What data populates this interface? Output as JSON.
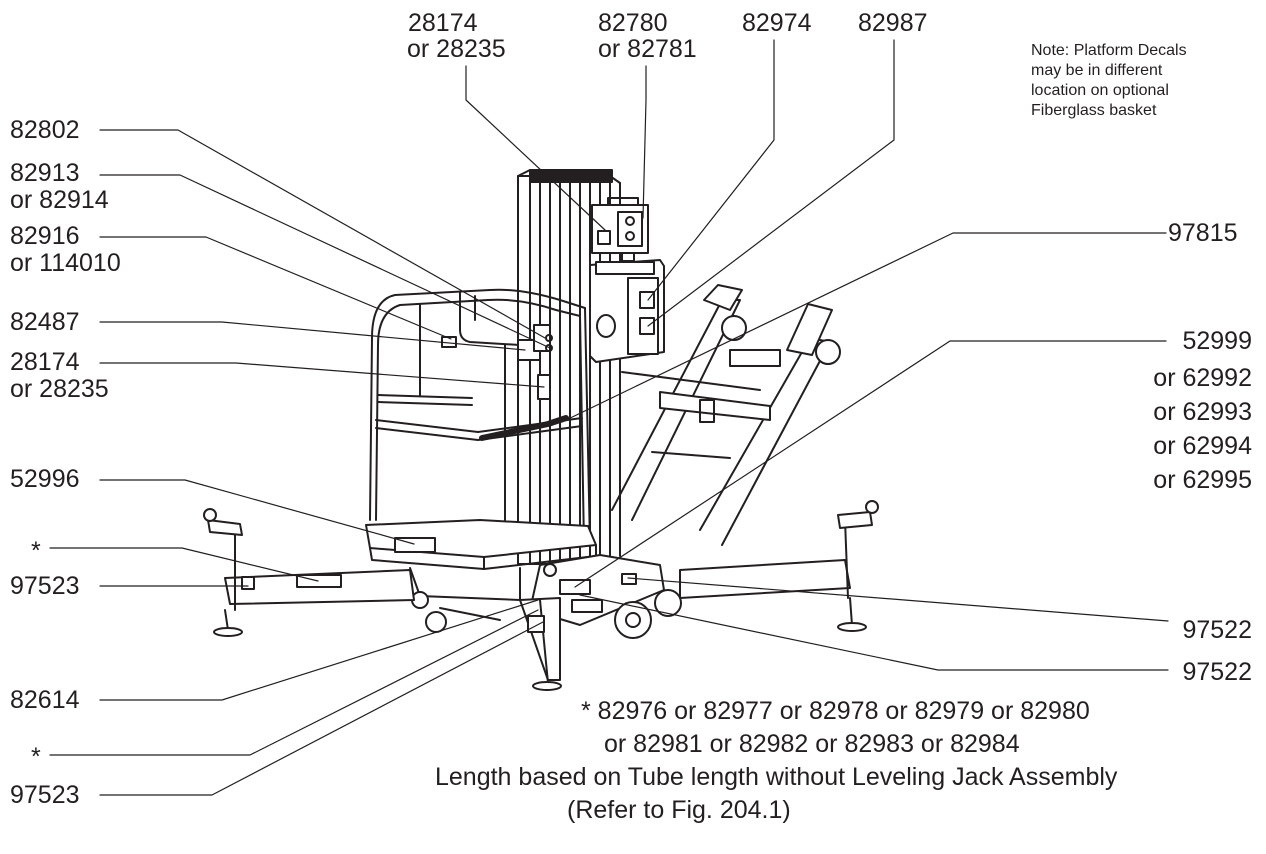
{
  "labels": {
    "top_28174": "28174",
    "top_28235": "or 28235",
    "top_82780": "82780",
    "top_82781": "or 82781",
    "top_82974": "82974",
    "top_82987": "82987",
    "l_82802": "82802",
    "l_82913": "82913",
    "l_82914": "or 82914",
    "l_82916": "82916",
    "l_114010": "or 114010",
    "l_82487": "82487",
    "l_28174b": "28174",
    "l_28235b": "or 28235",
    "l_52996": "52996",
    "l_star1": "*",
    "l_97523a": "97523",
    "l_82614": "82614",
    "l_star2": "*",
    "l_97523b": "97523",
    "r_97815": "97815",
    "r_52999": "52999",
    "r_62992": "or 62992",
    "r_62993": "or 62993",
    "r_62994": "or 62994",
    "r_62995": "or 62995",
    "r_97522a": "97522",
    "r_97522b": "97522"
  },
  "note": {
    "line1": "Note: Platform Decals",
    "line2": "may be in different",
    "line3": "location on optional",
    "line4": "Fiberglass basket"
  },
  "footnote": {
    "line1": "*  82976 or 82977 or 82978 or 82979 or 82980",
    "line2": "or 82981 or 82982 or 82983 or 82984",
    "line3": "Length based on Tube length without Leveling Jack Assembly",
    "line4": "(Refer to Fig. 204.1)"
  },
  "colors": {
    "ink": "#231f20",
    "background": "#ffffff",
    "shade": "#d9d9d9"
  }
}
